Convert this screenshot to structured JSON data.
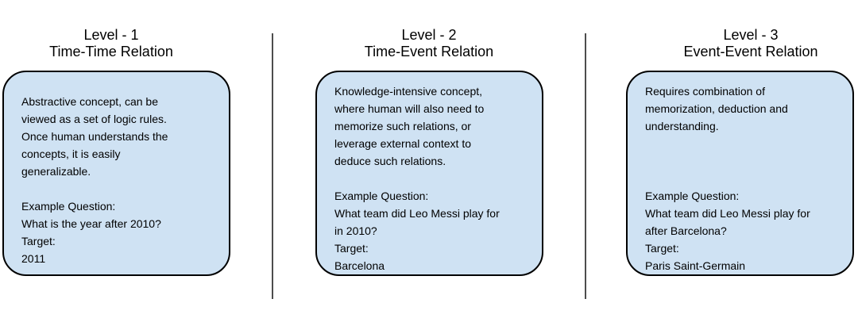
{
  "figure": {
    "colors": {
      "background": "#ffffff",
      "box_fill": "#cfe2f3",
      "box_border": "#000000",
      "divider": "#4d4d4d",
      "text": "#000000"
    },
    "panels": [
      {
        "title": "Level - 1\nTime-Time Relation",
        "box_text": "Abstractive concept, can be\nviewed as a set of logic rules.\nOnce human understands the\nconcepts, it is easily\ngeneralizable.\n\nExample Question:\nWhat is the year after 2010?\nTarget:\n2011"
      },
      {
        "title": "Level - 2\nTime-Event Relation",
        "box_text": "Knowledge-intensive concept,\nwhere human will also need to\nmemorize such relations, or\nleverage external context to\ndeduce such relations.\n\nExample Question:\nWhat team did Leo Messi play for\nin 2010?\nTarget:\nBarcelona"
      },
      {
        "title": "Level - 3\nEvent-Event Relation",
        "box_text": "Requires combination of\nmemorization, deduction and\nunderstanding.\n\n\n\nExample Question:\nWhat team did Leo Messi play for\nafter Barcelona?\nTarget:\nParis Saint-Germain"
      }
    ]
  }
}
